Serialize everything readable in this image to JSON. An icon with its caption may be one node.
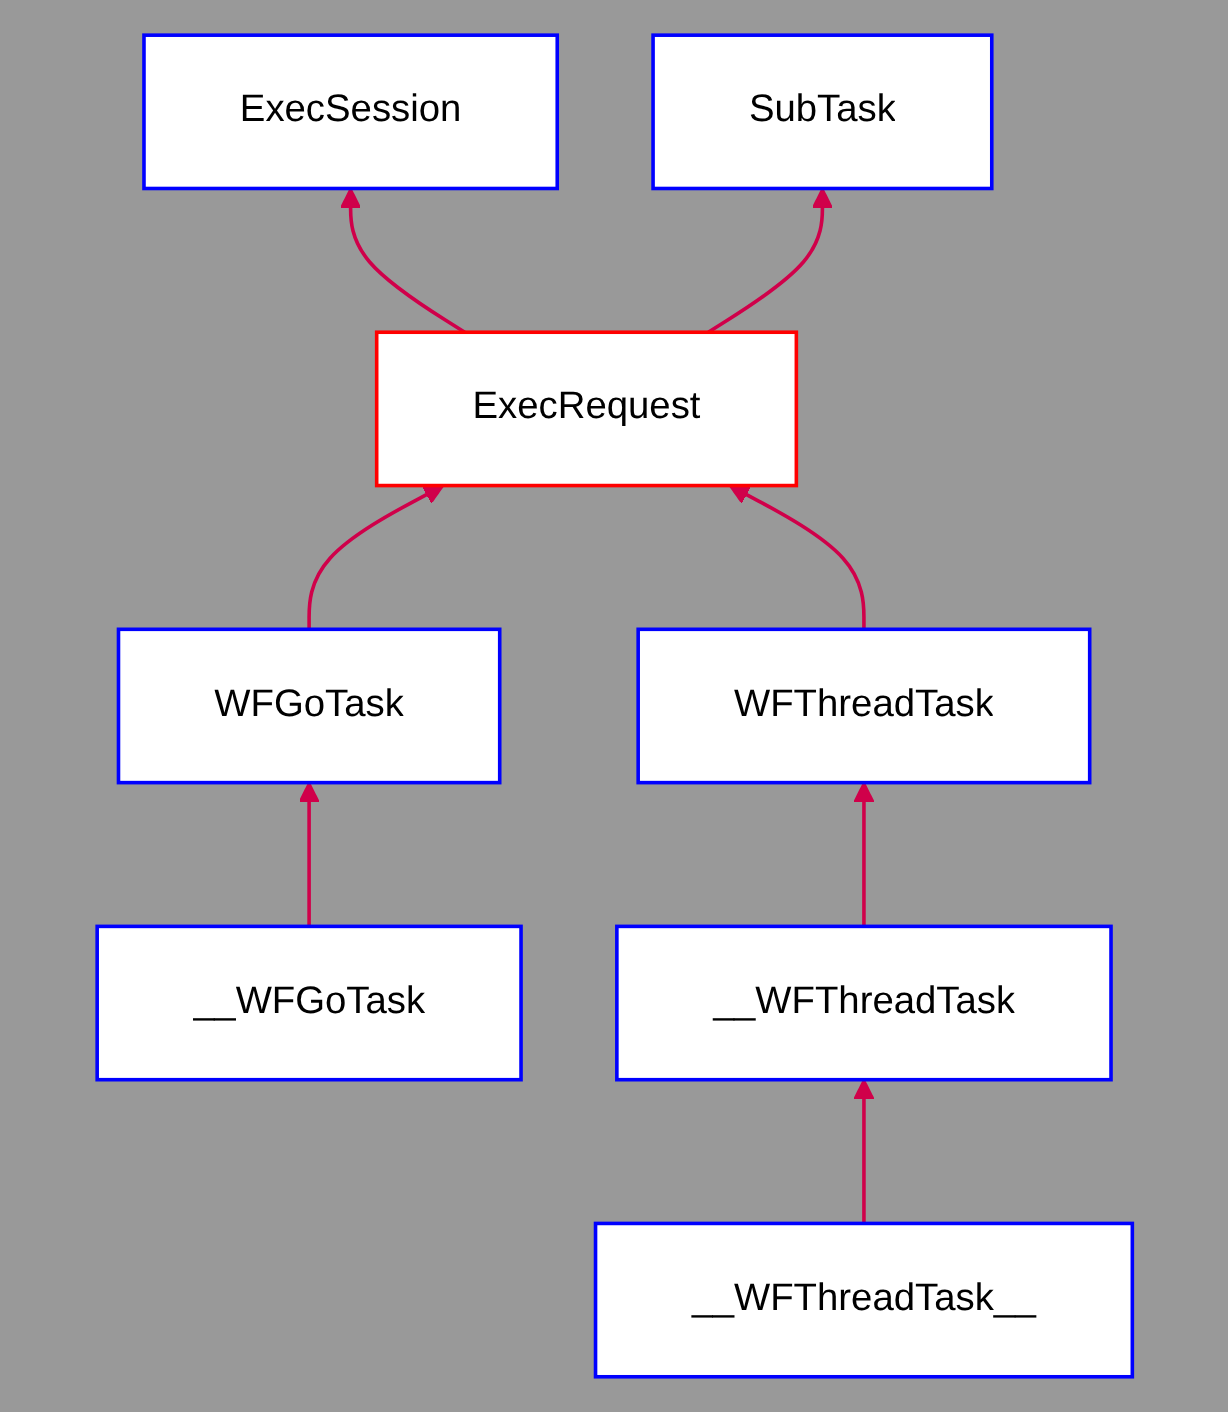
{
  "diagram": {
    "nodes": [
      {
        "text": [
          "ExecSession"
        ]
      },
      {
        "text": [
          "SubTask"
        ]
      },
      {
        "text": [
          "ExecRequest"
        ]
      },
      {
        "text": [
          "WFGoTask"
        ]
      },
      {
        "text": [
          "WFThreadTask"
        ]
      },
      {
        "text": [
          "__WFGoTask"
        ]
      },
      {
        "text": [
          "__WFThreadTask"
        ]
      },
      {
        "text": [
          "__WFThreadTask__"
        ]
      }
    ],
    "edges": [
      {
        "from": 2,
        "to": 0,
        "arrow": "to"
      },
      {
        "from": 2,
        "to": 1,
        "arrow": "to"
      },
      {
        "from": 3,
        "to": 2,
        "arrow": "to"
      },
      {
        "from": 4,
        "to": 2,
        "arrow": "to"
      },
      {
        "from": 5,
        "to": 3,
        "arrow": "to"
      },
      {
        "from": 6,
        "to": 4,
        "arrow": "to"
      },
      {
        "from": 7,
        "to": 6,
        "arrow": "to"
      }
    ]
  }
}
